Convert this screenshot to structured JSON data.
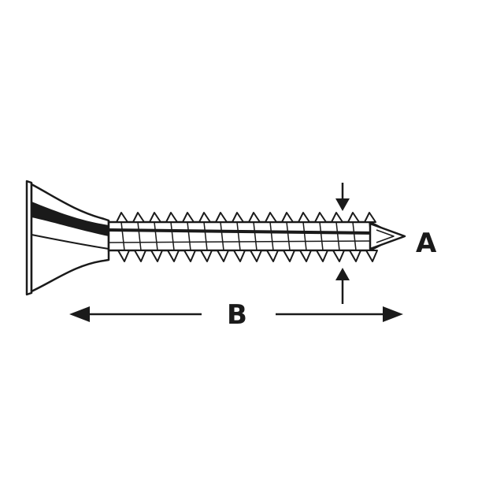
{
  "labels": {
    "diameter": "A",
    "length": "B"
  },
  "colors": {
    "ink": "#1a1a1a",
    "background": "#ffffff"
  },
  "icons": [
    "screw-drawing",
    "dimension-arrow-left",
    "dimension-arrow-right",
    "dimension-arrow-down",
    "dimension-arrow-up"
  ]
}
